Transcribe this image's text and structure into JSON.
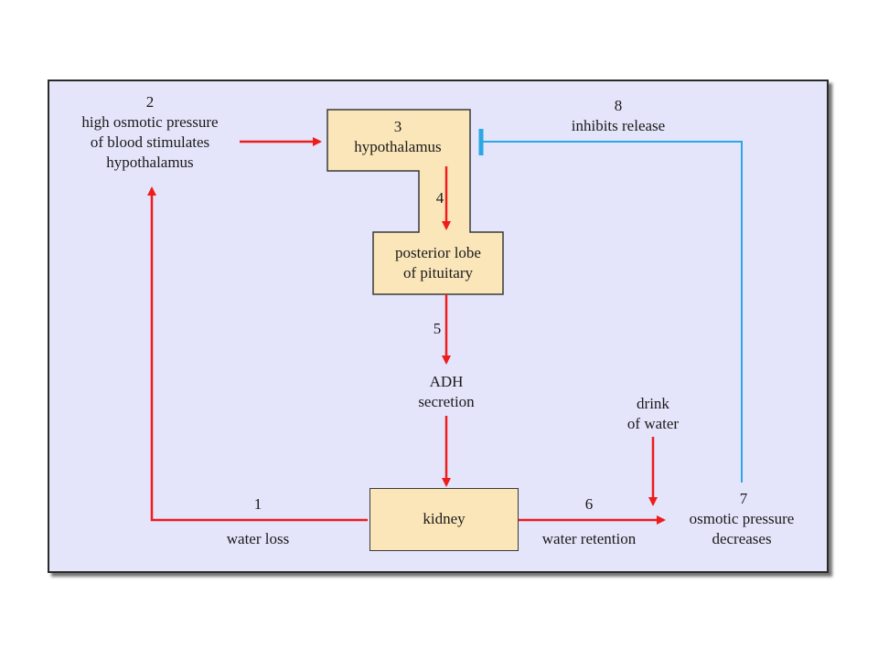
{
  "colors": {
    "panel_bg": "#e4e4fb",
    "box_fill": "#fbe6b9",
    "arrow_red": "#ee1c1c",
    "inhibit_blue": "#2aa8e6"
  },
  "nodes": {
    "n2": {
      "number": "2",
      "line1": "high osmotic pressure",
      "line2": "of blood stimulates",
      "line3": "hypothalamus"
    },
    "n3": {
      "number": "3",
      "label": "hypothalamus"
    },
    "n4": {
      "number": "4"
    },
    "pituitary": {
      "line1": "posterior lobe",
      "line2": "of pituitary"
    },
    "n5": {
      "number": "5",
      "line1": "ADH",
      "line2": "secretion"
    },
    "kidney": {
      "label": "kidney"
    },
    "n1": {
      "number": "1",
      "label": "water loss"
    },
    "n6": {
      "number": "6",
      "label": "water retention"
    },
    "drink": {
      "line1": "drink",
      "line2": "of water"
    },
    "n7": {
      "number": "7",
      "line1": "osmotic pressure",
      "line2": "decreases"
    },
    "n8": {
      "number": "8",
      "label": "inhibits release"
    }
  }
}
